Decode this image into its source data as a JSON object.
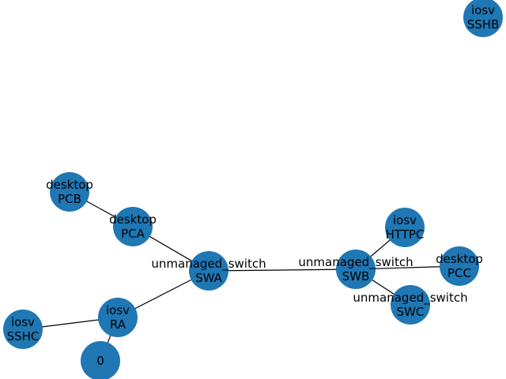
{
  "colors": {
    "node_fill": "#1f77b4",
    "edge": "#000000",
    "label": "#000000",
    "background": "#ffffff"
  },
  "nodes": [
    {
      "id": "SSHB",
      "lines": [
        "iosv",
        "SSHB"
      ]
    },
    {
      "id": "PCB",
      "lines": [
        "desktop",
        "PCB"
      ]
    },
    {
      "id": "PCA",
      "lines": [
        "desktop",
        "PCA"
      ]
    },
    {
      "id": "SWA",
      "lines": [
        "unmanaged_switch",
        "SWA"
      ]
    },
    {
      "id": "HTTPC",
      "lines": [
        "iosv",
        "HTTPC"
      ]
    },
    {
      "id": "SWB",
      "lines": [
        "unmanaged_switch",
        "SWB"
      ]
    },
    {
      "id": "PCC",
      "lines": [
        "desktop",
        "PCC"
      ]
    },
    {
      "id": "SWC",
      "lines": [
        "unmanaged_switch",
        "SWC"
      ]
    },
    {
      "id": "RA",
      "lines": [
        "iosv",
        "RA"
      ]
    },
    {
      "id": "SSHC",
      "lines": [
        "iosv",
        "SSHC"
      ]
    },
    {
      "id": "N0",
      "lines": [
        "0"
      ]
    }
  ],
  "edges": [
    [
      "PCB",
      "PCA"
    ],
    [
      "PCA",
      "SWA"
    ],
    [
      "SWA",
      "SWB"
    ],
    [
      "SWA",
      "RA"
    ],
    [
      "RA",
      "SSHC"
    ],
    [
      "RA",
      "N0"
    ],
    [
      "SWB",
      "HTTPC"
    ],
    [
      "SWB",
      "PCC"
    ],
    [
      "SWB",
      "SWC"
    ]
  ]
}
